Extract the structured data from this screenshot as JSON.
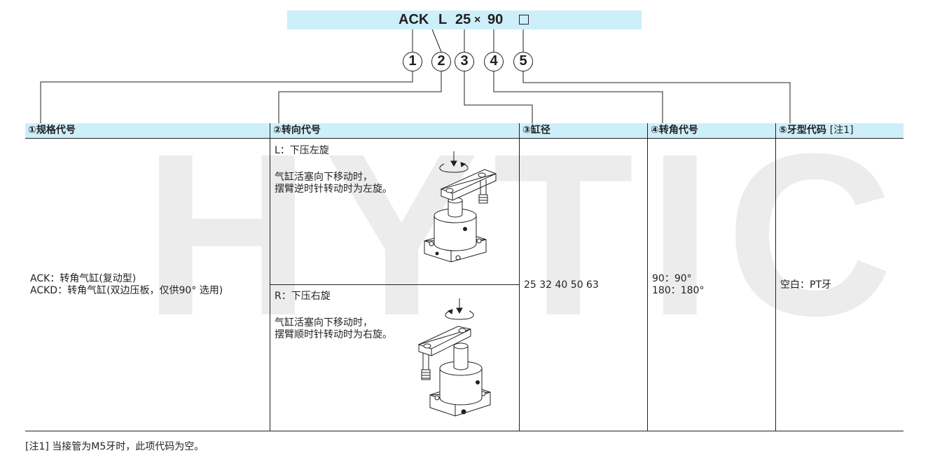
{
  "watermark": "HYTIC",
  "model_code": {
    "series": "ACK",
    "direction": "L",
    "size": "25",
    "times": "×",
    "angle": "90"
  },
  "markers": [
    "1",
    "2",
    "3",
    "4",
    "5"
  ],
  "columns": [
    {
      "label": "①规格代号"
    },
    {
      "label": "②转向代号"
    },
    {
      "label": "③缸径"
    },
    {
      "label": "④转角代号"
    },
    {
      "label": "⑤牙型代码",
      "note": "[注1]"
    }
  ],
  "spec": {
    "line1": "ACK：转角气缸(复动型)",
    "line2": "ACKD：转角气缸(双边压板，仅供90°  选用)"
  },
  "direction": {
    "left": {
      "title": "L：下压左旋",
      "desc1": "气缸活塞向下移动时，",
      "desc2": "摆臂逆时针转动时为左旋。"
    },
    "right": {
      "title": "R：下压右旋",
      "desc1": "气缸活塞向下移动时，",
      "desc2": "摆臂顺时针转动时为右旋。"
    }
  },
  "bore": {
    "values": "25  32  40  50  63"
  },
  "angle": {
    "line1": "90：90°",
    "line2": "180：180°"
  },
  "thread": {
    "value": "空白：PT牙"
  },
  "footnote": "[注1] 当接管为M5牙时，此项代码为空。",
  "colors": {
    "header_bg": "#cdeffa",
    "line": "#231f20",
    "watermark": "#ececec"
  }
}
